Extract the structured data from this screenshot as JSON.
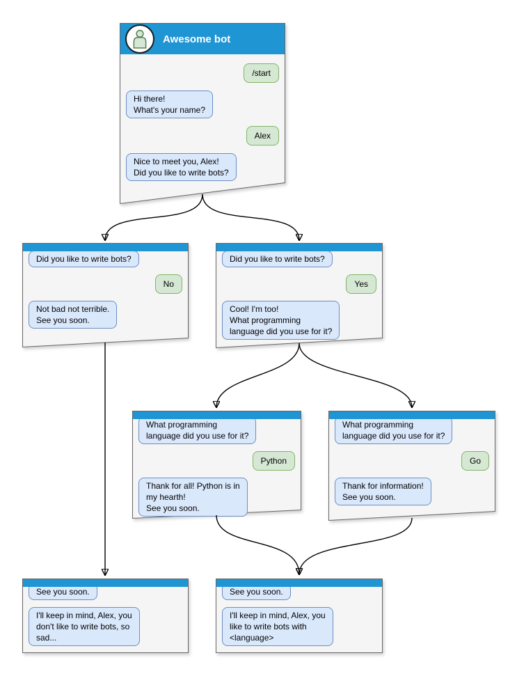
{
  "colors": {
    "header_blue": "#2095D4",
    "window_bg": "#F5F5F5",
    "window_border": "#666666",
    "bot_bubble_bg": "#DAE8FC",
    "bot_bubble_border": "#6C8EBF",
    "user_bubble_bg": "#D5E8D4",
    "user_bubble_border": "#82B366"
  },
  "windows": {
    "main": {
      "title": "Awesome bot",
      "messages": [
        {
          "from": "user",
          "text": "/start"
        },
        {
          "from": "bot",
          "text": "Hi there!\nWhat's your name?"
        },
        {
          "from": "user",
          "text": "Alex"
        },
        {
          "from": "bot",
          "text": "Nice to meet you, Alex!\nDid you like to write bots?"
        }
      ]
    },
    "branch_no": {
      "messages": [
        {
          "from": "bot",
          "text": "Did you like to write bots?"
        },
        {
          "from": "user",
          "text": "No"
        },
        {
          "from": "bot",
          "text": "Not bad not terrible.\nSee you soon."
        }
      ]
    },
    "branch_yes": {
      "messages": [
        {
          "from": "bot",
          "text": "Did you like to write bots?"
        },
        {
          "from": "user",
          "text": "Yes"
        },
        {
          "from": "bot",
          "text": "Cool! I'm too!\nWhat programming\nlanguage did you use for it?"
        }
      ]
    },
    "lang_python": {
      "messages": [
        {
          "from": "bot",
          "text": "What programming\nlanguage did you use for it?"
        },
        {
          "from": "user",
          "text": "Python"
        },
        {
          "from": "bot",
          "text": "Thank for all! Python is in\nmy hearth!\nSee you soon."
        }
      ]
    },
    "lang_go": {
      "messages": [
        {
          "from": "bot",
          "text": "What programming\nlanguage did you use for it?"
        },
        {
          "from": "user",
          "text": "Go"
        },
        {
          "from": "bot",
          "text": "Thank for information!\nSee you soon."
        }
      ]
    },
    "end_no": {
      "messages": [
        {
          "from": "bot",
          "text": "See you soon."
        },
        {
          "from": "bot",
          "text": "I'll keep in mind, Alex, you\ndon't like to write bots, so\nsad..."
        }
      ]
    },
    "end_yes": {
      "messages": [
        {
          "from": "bot",
          "text": "See you soon."
        },
        {
          "from": "bot",
          "text": "I'll keep in mind, Alex, you\nlike to write bots with\n<language>"
        }
      ]
    }
  },
  "edges": [
    {
      "from": "main",
      "to": "branch_no"
    },
    {
      "from": "main",
      "to": "branch_yes"
    },
    {
      "from": "branch_yes",
      "to": "lang_python"
    },
    {
      "from": "branch_yes",
      "to": "lang_go"
    },
    {
      "from": "branch_no",
      "to": "end_no"
    },
    {
      "from": "lang_python",
      "to": "end_yes"
    },
    {
      "from": "lang_go",
      "to": "end_yes"
    }
  ]
}
